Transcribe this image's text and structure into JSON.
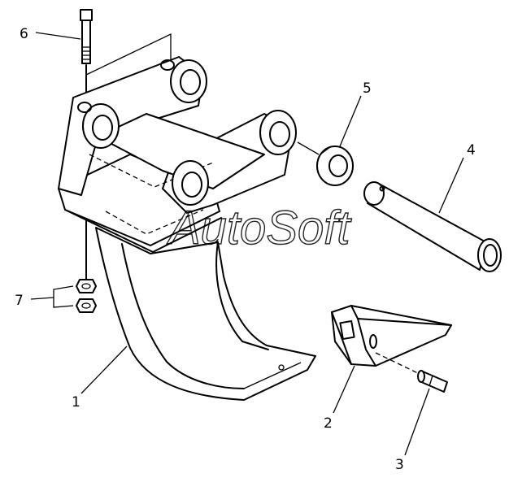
{
  "watermark": "AutoSoft",
  "callouts": [
    {
      "id": "1",
      "text": "1"
    },
    {
      "id": "2",
      "text": "2"
    },
    {
      "id": "3",
      "text": "3"
    },
    {
      "id": "4",
      "text": "4"
    },
    {
      "id": "5",
      "text": "5"
    },
    {
      "id": "6",
      "text": "6"
    },
    {
      "id": "7",
      "text": "7"
    }
  ]
}
